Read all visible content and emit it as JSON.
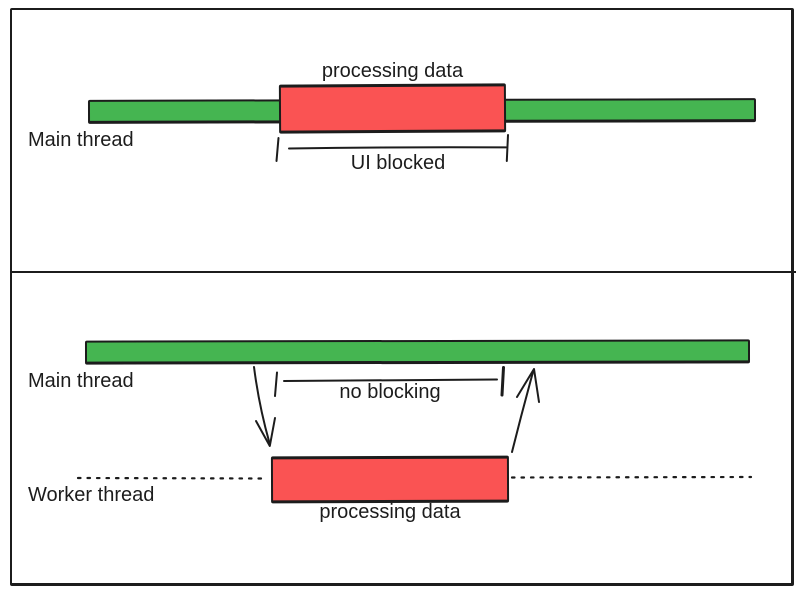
{
  "colors": {
    "timeline_green": "#45b551",
    "blocking_red": "#fa5353",
    "ink": "#1c1c1c"
  },
  "top_panel": {
    "thread_label": "Main thread",
    "processing_label": "processing data",
    "bracket_label": "UI blocked"
  },
  "bottom_panel": {
    "main_thread_label": "Main thread",
    "worker_thread_label": "Worker thread",
    "bracket_label": "no blocking",
    "processing_label": "processing data"
  }
}
